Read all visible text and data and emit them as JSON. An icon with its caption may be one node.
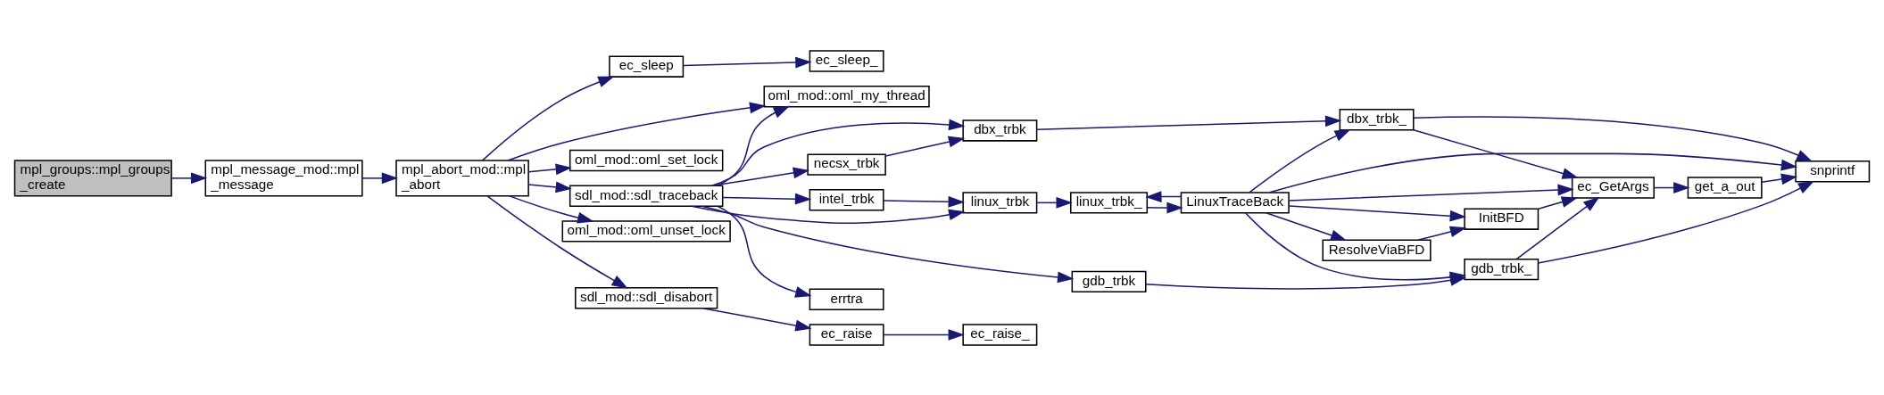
{
  "diagram": {
    "nodes": [
      {
        "text": [
          "mpl_groups::mpl_groups _create"
        ]
      },
      {
        "text": [
          "mpl_message_mod::mpl _message"
        ]
      },
      {
        "text": [
          "mpl_abort_mod::mpl _abort"
        ]
      },
      {
        "text": [
          "ec_sleep"
        ]
      },
      {
        "text": [
          "ec_sleep_"
        ]
      },
      {
        "text": [
          "oml_mod::oml_my_thread"
        ]
      },
      {
        "text": [
          "oml_mod::oml_set_lock"
        ]
      },
      {
        "text": [
          "sdl_mod::sdl_traceback"
        ]
      },
      {
        "text": [
          "oml_mod::oml_unset_lock"
        ]
      },
      {
        "text": [
          "sdl_mod::sdl_disabort"
        ]
      },
      {
        "text": [
          "gdb_trbk"
        ]
      },
      {
        "text": [
          "intel_trbk"
        ]
      },
      {
        "text": [
          "errtra"
        ]
      },
      {
        "text": [
          "necsx_trbk"
        ]
      },
      {
        "text": [
          "ec_raise"
        ]
      },
      {
        "text": [
          "ec_raise_"
        ]
      },
      {
        "text": [
          "linux_trbk"
        ]
      },
      {
        "text": [
          "dbx_trbk"
        ]
      },
      {
        "text": [
          "linux_trbk_"
        ]
      },
      {
        "text": [
          "LinuxTraceBack"
        ]
      },
      {
        "text": [
          "ResolveViaBFD"
        ]
      },
      {
        "text": [
          "dbx_trbk_"
        ]
      },
      {
        "text": [
          "gdb_trbk_"
        ]
      },
      {
        "text": [
          "InitBFD"
        ]
      },
      {
        "text": [
          "ec_GetArgs"
        ]
      },
      {
        "text": [
          "get_a_out"
        ]
      },
      {
        "text": [
          "snprintf"
        ]
      }
    ],
    "edges": [
      {
        "from": 0,
        "to": 1,
        "arrow": "to"
      },
      {
        "from": 1,
        "to": 2,
        "arrow": "to"
      },
      {
        "from": 2,
        "to": 3,
        "arrow": "to"
      },
      {
        "from": 2,
        "to": 5,
        "arrow": "to"
      },
      {
        "from": 2,
        "to": 6,
        "arrow": "to"
      },
      {
        "from": 2,
        "to": 7,
        "arrow": "to"
      },
      {
        "from": 2,
        "to": 8,
        "arrow": "to"
      },
      {
        "from": 2,
        "to": 9,
        "arrow": "to"
      },
      {
        "from": 3,
        "to": 4,
        "arrow": "to"
      },
      {
        "from": 7,
        "to": 5,
        "arrow": "to"
      },
      {
        "from": 7,
        "to": 10,
        "arrow": "to"
      },
      {
        "from": 7,
        "to": 11,
        "arrow": "to"
      },
      {
        "from": 7,
        "to": 16,
        "arrow": "to"
      },
      {
        "from": 7,
        "to": 12,
        "arrow": "to"
      },
      {
        "from": 7,
        "to": 13,
        "arrow": "to"
      },
      {
        "from": 7,
        "to": 17,
        "arrow": "to"
      },
      {
        "from": 9,
        "to": 14,
        "arrow": "to"
      },
      {
        "from": 14,
        "to": 15,
        "arrow": "to"
      },
      {
        "from": 10,
        "to": 22,
        "arrow": "to"
      },
      {
        "from": 11,
        "to": 16,
        "arrow": "to"
      },
      {
        "from": 16,
        "to": 18,
        "arrow": "to"
      },
      {
        "from": 18,
        "to": 19,
        "arrow": "to"
      },
      {
        "from": 19,
        "to": 18,
        "arrow": "to"
      },
      {
        "from": 19,
        "to": 26,
        "arrow": "to"
      },
      {
        "from": 19,
        "to": 22,
        "arrow": "to"
      },
      {
        "from": 19,
        "to": 20,
        "arrow": "to"
      },
      {
        "from": 19,
        "to": 23,
        "arrow": "to"
      },
      {
        "from": 19,
        "to": 24,
        "arrow": "to"
      },
      {
        "from": 19,
        "to": 21,
        "arrow": "to"
      },
      {
        "from": 20,
        "to": 23,
        "arrow": "to"
      },
      {
        "from": 22,
        "to": 26,
        "arrow": "to"
      },
      {
        "from": 22,
        "to": 24,
        "arrow": "to"
      },
      {
        "from": 23,
        "to": 24,
        "arrow": "to"
      },
      {
        "from": 24,
        "to": 25,
        "arrow": "to"
      },
      {
        "from": 25,
        "to": 26,
        "arrow": "to"
      },
      {
        "from": 13,
        "to": 17,
        "arrow": "to"
      },
      {
        "from": 17,
        "to": 21,
        "arrow": "to"
      },
      {
        "from": 21,
        "to": 24,
        "arrow": "to"
      },
      {
        "from": 21,
        "to": 26,
        "arrow": "to"
      }
    ]
  }
}
